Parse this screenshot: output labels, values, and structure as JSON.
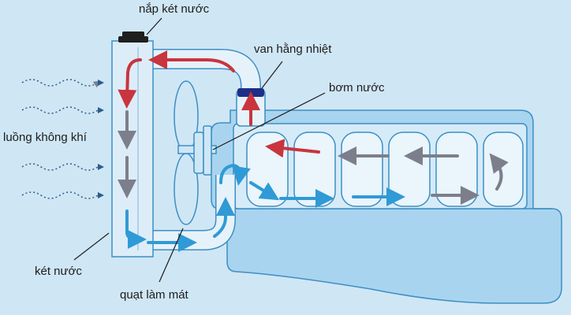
{
  "labels": {
    "radiator_cap": "nắp két nước",
    "thermostat": "van hằng nhiệt",
    "water_pump": "bơm nước",
    "airflow": "luồng không khí",
    "radiator": "két nước",
    "cooling_fan": "quạt làm mát"
  },
  "colors": {
    "background": "#cfe6f5",
    "engine_fill": "#a9d4ef",
    "engine_stroke": "#3c8fc4",
    "hot_flow": "#c9343f",
    "warm_flow": "#7d7e8c",
    "cool_flow": "#2f9ad6",
    "thermostat_cap": "#1e2f86"
  }
}
